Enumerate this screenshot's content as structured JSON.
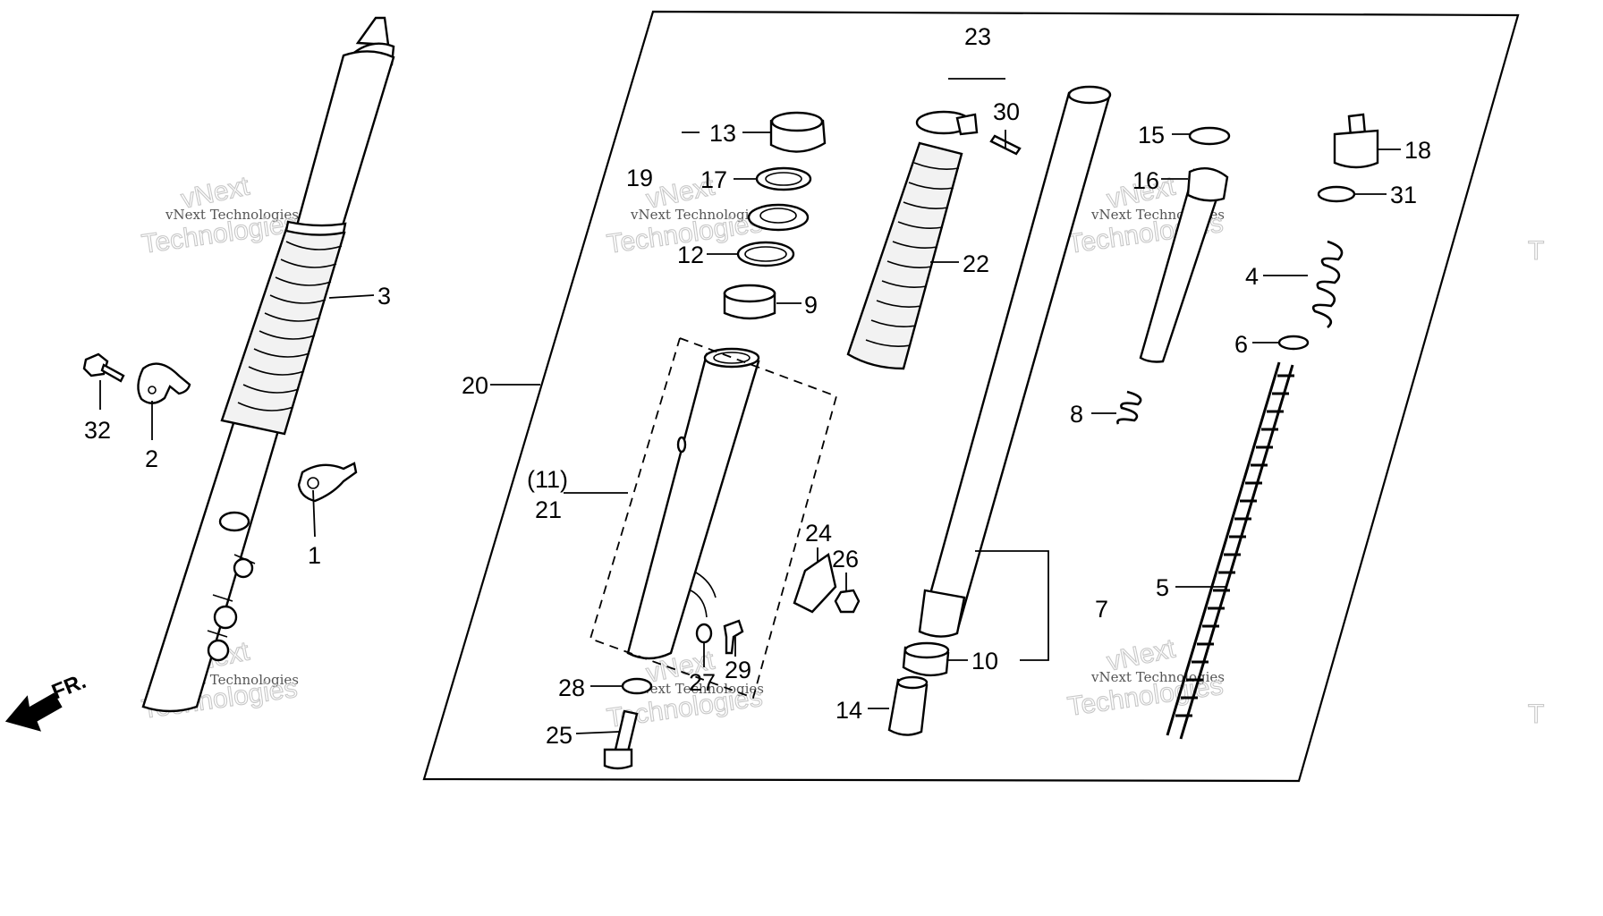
{
  "diagram": {
    "direction_label": "FR.",
    "watermark": {
      "line1": "vNext Technologies",
      "line2": "Technologies",
      "line3": "vNext",
      "edge_glyph": "T"
    },
    "callouts": {
      "c1": "1",
      "c2": "2",
      "c3": "3",
      "c4": "4",
      "c5": "5",
      "c6": "6",
      "c7": "7",
      "c8": "8",
      "c9": "9",
      "c10": "10",
      "c11": "(11)",
      "c12": "12",
      "c13": "13",
      "c14": "14",
      "c15": "15",
      "c16": "16",
      "c17": "17",
      "c18": "18",
      "c19": "19",
      "c20": "20",
      "c21": "21",
      "c22": "22",
      "c23": "23",
      "c24": "24",
      "c25": "25",
      "c26": "26",
      "c27": "27",
      "c28": "28",
      "c29": "29",
      "c30": "30",
      "c31": "31",
      "c32": "32"
    }
  }
}
